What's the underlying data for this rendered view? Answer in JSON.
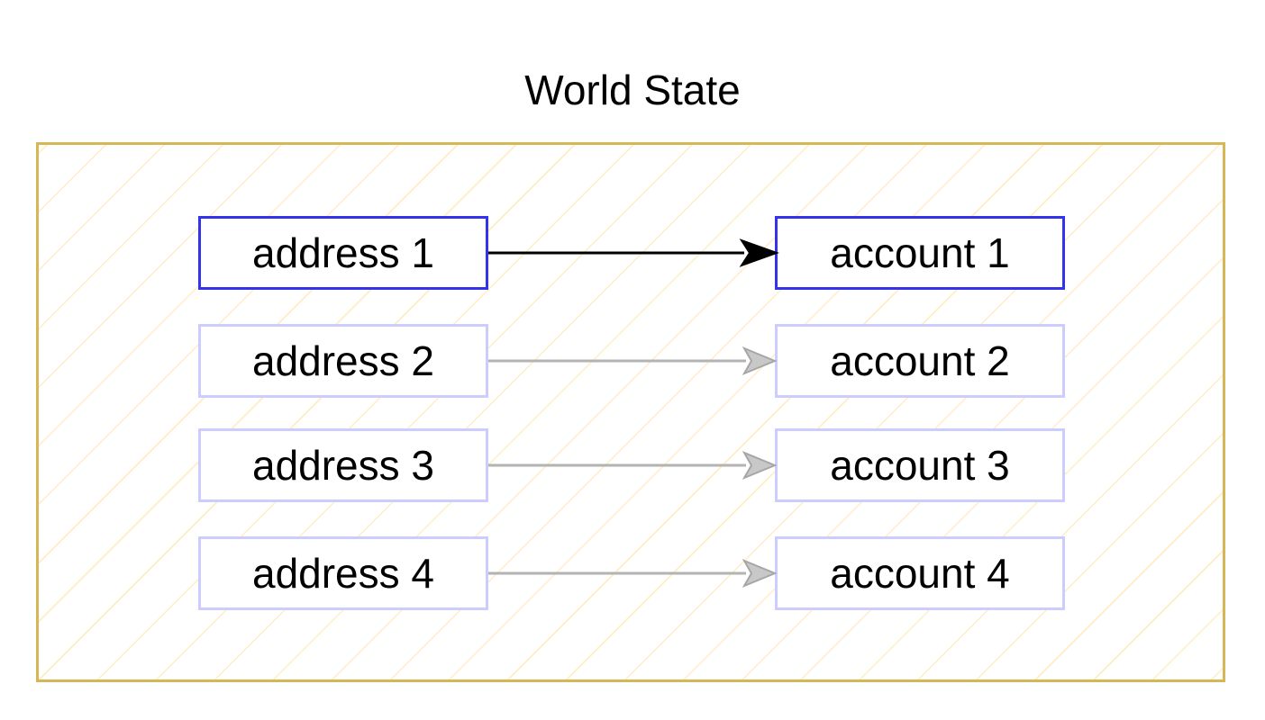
{
  "diagram": {
    "title": "World State",
    "colors": {
      "container_border": "#d6b656",
      "container_hatch": "#ffde96",
      "active_border": "#3333ee",
      "inactive_border": "#ccccff",
      "active_arrow": "#000000",
      "inactive_arrow": "#b3b3b3"
    },
    "rows": [
      {
        "address": "address 1",
        "account": "account 1",
        "active": true
      },
      {
        "address": "address 2",
        "account": "account 2",
        "active": false
      },
      {
        "address": "address 3",
        "account": "account 3",
        "active": false
      },
      {
        "address": "address 4",
        "account": "account 4",
        "active": false
      }
    ]
  }
}
